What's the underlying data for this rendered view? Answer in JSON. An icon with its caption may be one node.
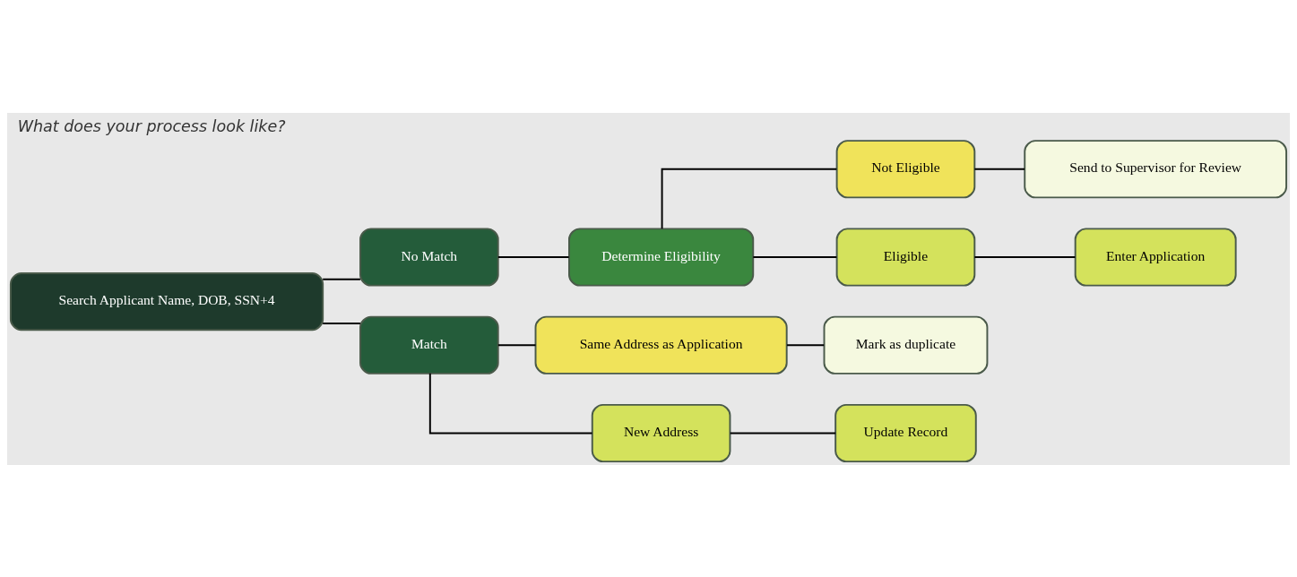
{
  "diagram": {
    "title": "What does your process look like?",
    "nodes": [
      {
        "text": [
          "Search Applicant Name, DOB, SSN+4"
        ]
      },
      {
        "text": [
          "No Match"
        ]
      },
      {
        "text": [
          "Match"
        ]
      },
      {
        "text": [
          "Determine Eligibility"
        ]
      },
      {
        "text": [
          "Not Eligible"
        ]
      },
      {
        "text": [
          "Eligible"
        ]
      },
      {
        "text": [
          "Send to Supervisor for Review"
        ]
      },
      {
        "text": [
          "Enter Application"
        ]
      },
      {
        "text": [
          "Same Address as Application"
        ]
      },
      {
        "text": [
          "New Address"
        ]
      },
      {
        "text": [
          "Mark as duplicate"
        ]
      },
      {
        "text": [
          "Update Record"
        ]
      }
    ],
    "edges": [
      {
        "from": 0,
        "to": 1,
        "arrow": "none"
      },
      {
        "from": 0,
        "to": 2,
        "arrow": "none"
      },
      {
        "from": 1,
        "to": 3,
        "arrow": "none"
      },
      {
        "from": 3,
        "to": 4,
        "arrow": "none"
      },
      {
        "from": 3,
        "to": 5,
        "arrow": "none"
      },
      {
        "from": 4,
        "to": 6,
        "arrow": "none"
      },
      {
        "from": 5,
        "to": 7,
        "arrow": "none"
      },
      {
        "from": 2,
        "to": 8,
        "arrow": "none"
      },
      {
        "from": 2,
        "to": 9,
        "arrow": "none"
      },
      {
        "from": 8,
        "to": 10,
        "arrow": "none"
      },
      {
        "from": 9,
        "to": 11,
        "arrow": "none"
      }
    ]
  }
}
